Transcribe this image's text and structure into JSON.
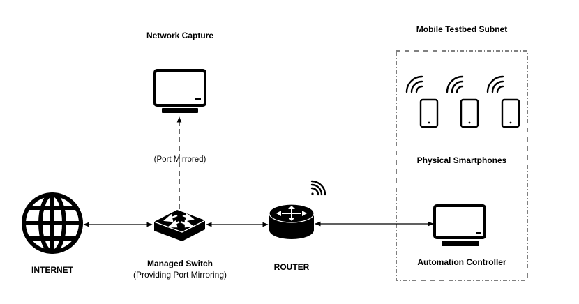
{
  "labels": {
    "network_capture": "Network Capture",
    "subnet_title": "Mobile Testbed Subnet",
    "port_mirrored": "(Port Mirrored)",
    "physical_smartphones": "Physical Smartphones",
    "internet": "INTERNET",
    "managed_switch": "Managed Switch",
    "managed_switch_sub": "(Providing Port Mirroring)",
    "router": "ROUTER",
    "automation_controller": "Automation Controller"
  },
  "nodes": [
    {
      "id": "internet",
      "icon": "globe-icon"
    },
    {
      "id": "managed-switch",
      "icon": "switch-icon"
    },
    {
      "id": "router",
      "icon": "router-icon"
    },
    {
      "id": "network-capture",
      "icon": "monitor-icon"
    },
    {
      "id": "automation-controller",
      "icon": "monitor-icon"
    },
    {
      "id": "smartphone-1",
      "icon": "smartphone-icon"
    },
    {
      "id": "smartphone-2",
      "icon": "smartphone-icon"
    },
    {
      "id": "smartphone-3",
      "icon": "smartphone-icon"
    }
  ],
  "edges": [
    {
      "from": "internet",
      "to": "managed-switch",
      "style": "solid",
      "arrows": "both"
    },
    {
      "from": "managed-switch",
      "to": "router",
      "style": "solid",
      "arrows": "both"
    },
    {
      "from": "router",
      "to": "automation-controller",
      "style": "solid",
      "arrows": "both"
    },
    {
      "from": "managed-switch",
      "to": "network-capture",
      "style": "dashed",
      "arrows": "end"
    }
  ],
  "colors": {
    "stroke": "#000000",
    "fill_dark": "#000000",
    "background": "#ffffff"
  }
}
